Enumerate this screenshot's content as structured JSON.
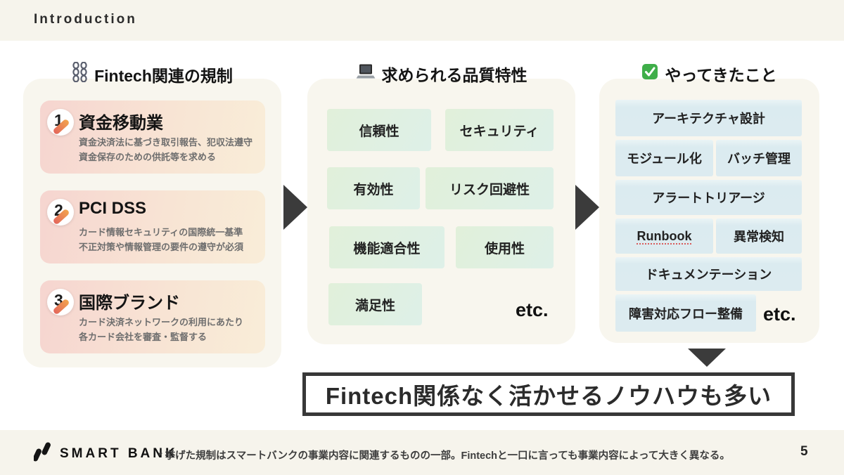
{
  "page": {
    "eyebrow": "Introduction",
    "conclusion": "Fintech関係なく活かせるノウハウも多い",
    "brand": "SMART BANK",
    "footnote": "* 挙げた規制はスマートバンクの事業内容に関連するものの一部。Fintechと一口に言っても事業内容によって大きく異なる。",
    "page_number": "5"
  },
  "regulations": {
    "icon": "chains-icon",
    "title": "Fintech関連の規制",
    "cards": [
      {
        "number": "1",
        "title": "資金移動業",
        "desc_line1": "資金決済法に基づき取引報告、犯収法遵守",
        "desc_line2": "資金保存のための供託等を求める"
      },
      {
        "number": "2",
        "title": "PCI DSS",
        "desc_line1": "カード情報セキュリティの国際統一基準",
        "desc_line2": "不正対策や情報管理の要件の遵守が必須"
      },
      {
        "number": "3",
        "title": "国際ブランド",
        "desc_line1": "カード決済ネットワークの利用にあたり",
        "desc_line2": "各カード会社を審査・監督する"
      }
    ]
  },
  "qualities": {
    "icon": "laptop-icon",
    "title": "求められる品質特性",
    "items": [
      "信頼性",
      "セキュリティ",
      "有効性",
      "リスク回避性",
      "機能適合性",
      "使用性",
      "満足性"
    ],
    "etc": "etc."
  },
  "done": {
    "icon": "check-icon",
    "title": "やってきたこと",
    "items": [
      "アーキテクチャ設計",
      "モジュール化",
      "バッチ管理",
      "アラートトリアージ",
      "Runbook",
      "異常検知",
      "ドキュメンテーション",
      "障害対応フロー整備"
    ],
    "etc": "etc."
  },
  "colors": {
    "band": "#f6f4ec",
    "panel": "#f8f6ee",
    "card_gradient_start": "#f6d5d0",
    "card_gradient_end": "#f9edd8",
    "quality_box": "#e0f0e0",
    "done_box": "#dcebf0",
    "arrow": "#3b3b3b",
    "accent_swoosh_start": "#e3655c",
    "accent_swoosh_end": "#f2a44d",
    "check_green": "#3fae49"
  }
}
